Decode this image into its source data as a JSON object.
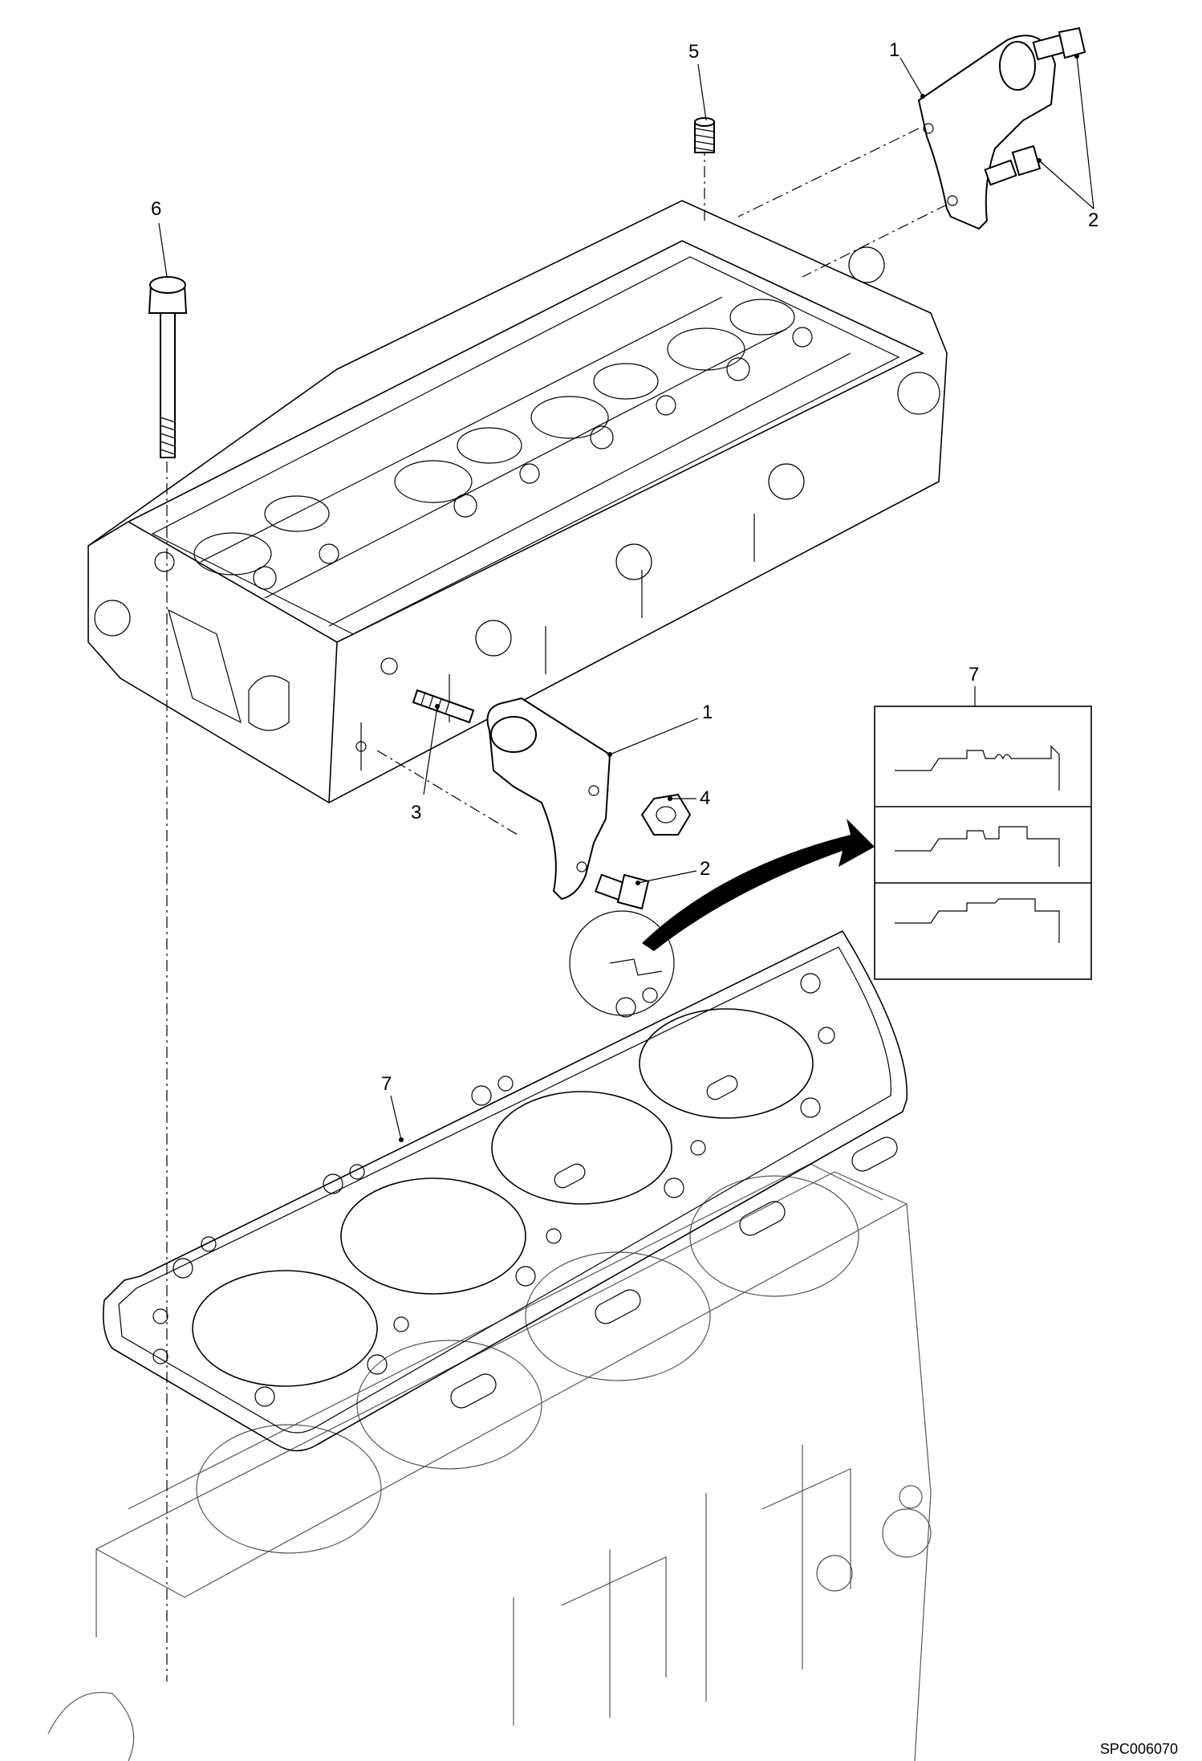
{
  "callouts": {
    "c1_top": "1",
    "c1_mid": "1",
    "c2_top": "2",
    "c2_mid": "2",
    "c3": "3",
    "c4": "4",
    "c5": "5",
    "c6": "6",
    "c7_detail": "7",
    "c7_gasket": "7"
  },
  "drawing_code": "SPC006070"
}
